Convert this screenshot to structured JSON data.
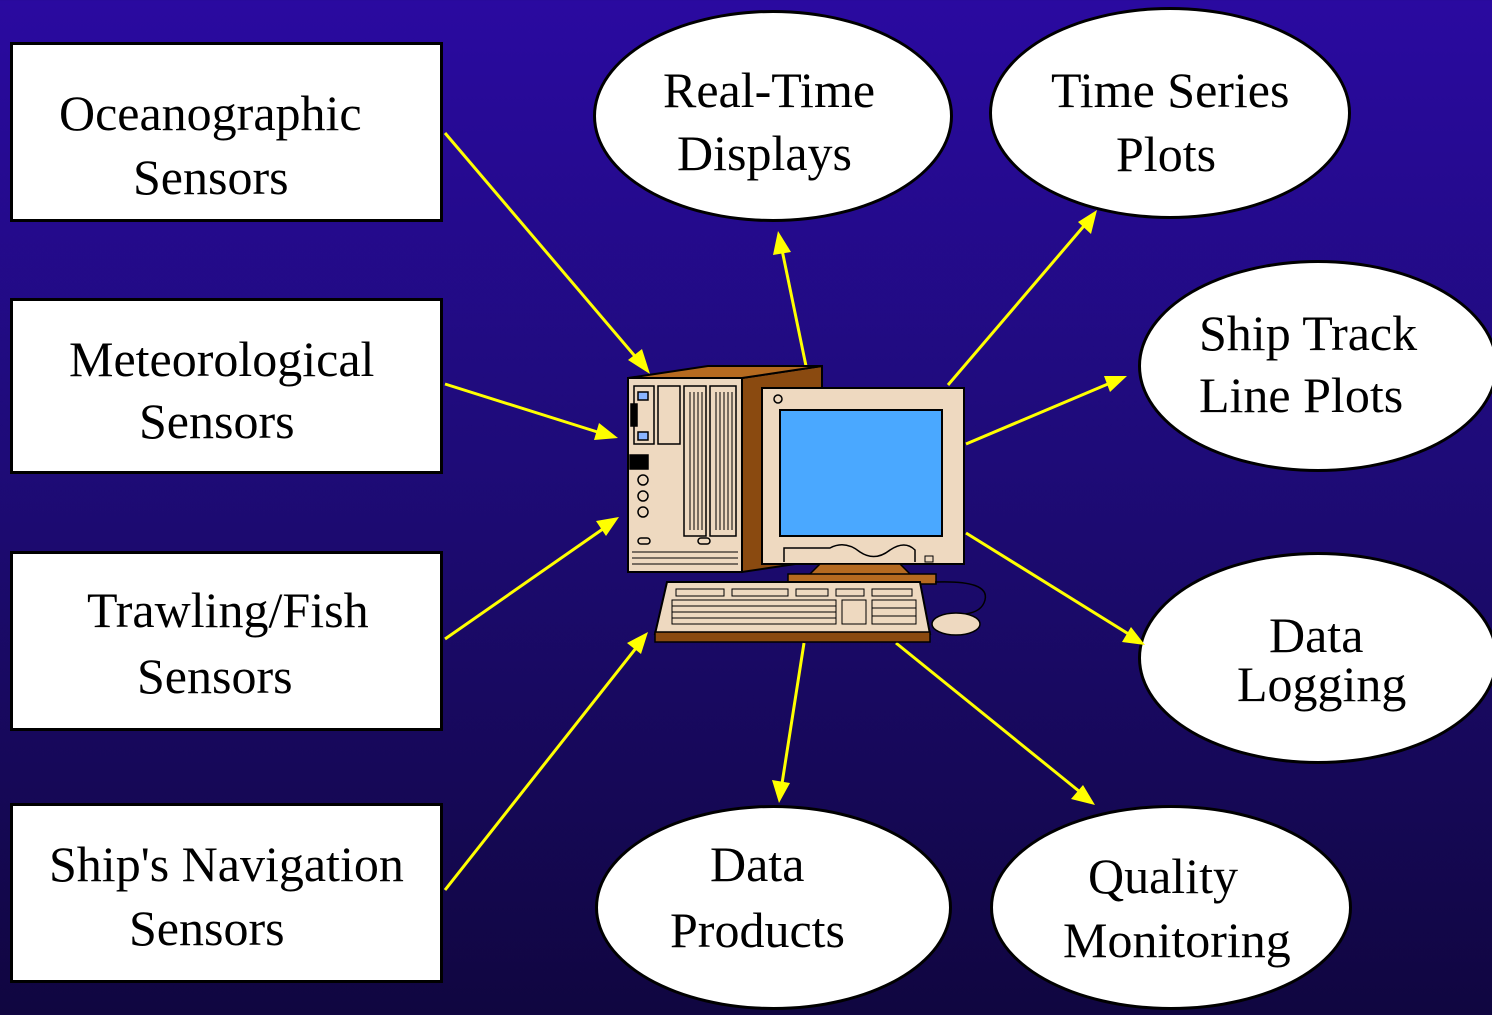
{
  "colors": {
    "background_top": "#2a0aa0",
    "background_bottom": "#100640",
    "arrow": "#ffff00",
    "node_fill": "#ffffff",
    "monitor_screen": "#4aa8ff",
    "computer_case": "#eed9c0"
  },
  "inputs": [
    {
      "line1": "Oceanographic",
      "line2": "Sensors"
    },
    {
      "line1": "Meteorological",
      "line2": "Sensors"
    },
    {
      "line1": "Trawling/Fish",
      "line2": "Sensors"
    },
    {
      "line1": "Ship's Navigation",
      "line2": "Sensors"
    }
  ],
  "outputs": [
    {
      "line1": "Real-Time",
      "line2": "Displays"
    },
    {
      "line1": "Time Series",
      "line2": "Plots"
    },
    {
      "line1": "Ship Track",
      "line2": "Line Plots"
    },
    {
      "line1": "Data",
      "line2": "Logging"
    },
    {
      "line1": "Quality",
      "line2": "Monitoring"
    },
    {
      "line1": "Data",
      "line2": "Products"
    }
  ],
  "center": {
    "icon": "computer-icon"
  }
}
